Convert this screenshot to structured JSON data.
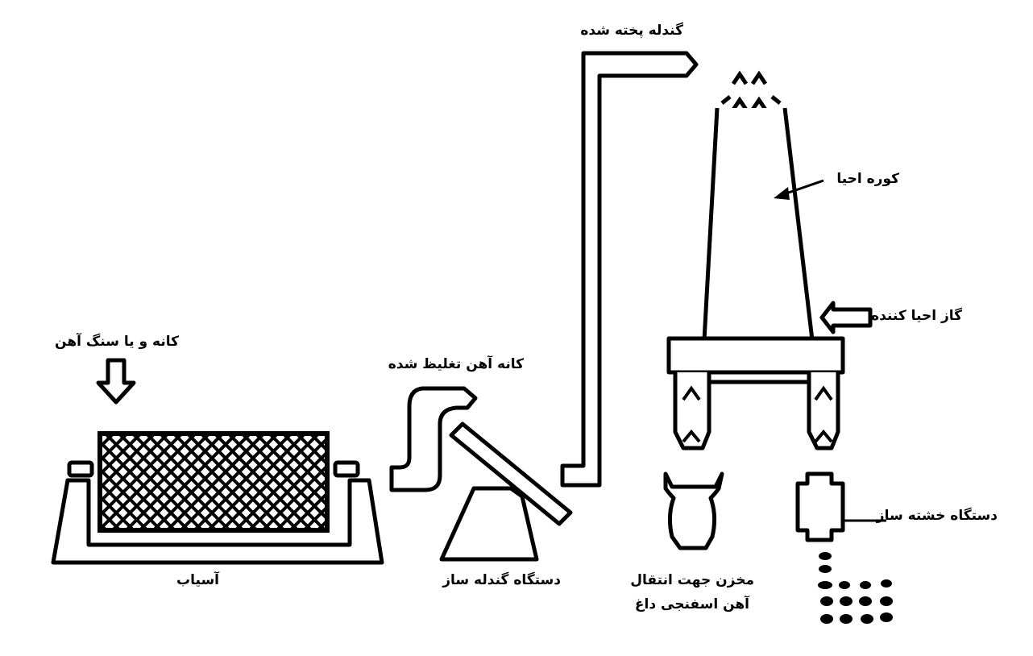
{
  "labels": {
    "ore_input": "کانه و یا سنگ آهن",
    "mill": "آسیاب",
    "concentrate": "کانه آهن تغلیظ شده",
    "pelletizer": "دستگاه گندله ساز",
    "fired_pellets": "گندله پخته شده",
    "reduction_furnace": "کوره احیا",
    "reducing_gas": "گاز احیا کننده",
    "briquetting_machine": "دستگاه خشته ساز",
    "hot_dri_bin_line1": "مخزن جهت انتقال",
    "hot_dri_bin_line2": "آهن اسفنجی داغ"
  },
  "colors": {
    "ink": "#000000",
    "paper": "#ffffff"
  }
}
